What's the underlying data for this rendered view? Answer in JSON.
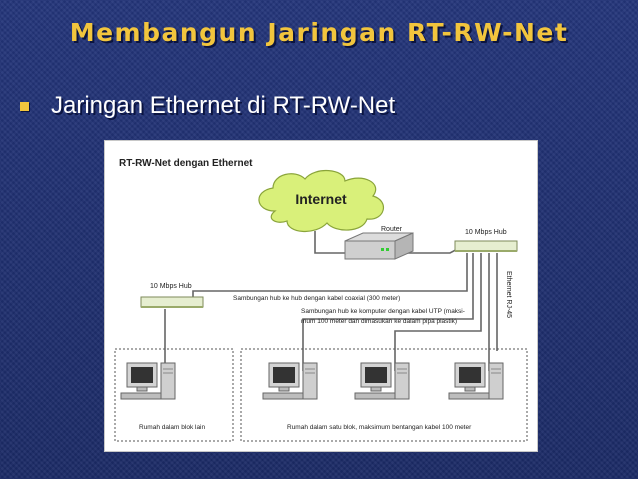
{
  "slide": {
    "title": "Membangun Jaringan RT-RW-Net",
    "bullet": "Jaringan Ethernet di RT-RW-Net"
  },
  "diagram": {
    "title": "RT-RW-Net dengan Ethernet",
    "internet_label": "Internet",
    "router_label": "Router",
    "hub_right_label": "10 Mbps Hub",
    "hub_left_label": "10 Mbps Hub",
    "coax_label": "Sambungan hub ke hub dengan kabel coaxial (300 meter)",
    "utp_label_line1": "Sambungan hub ke komputer dengan kabel UTP (maksi-",
    "utp_label_line2": "mum 100 meter dan dimasukan ke dalam pipa plastik)",
    "rj45_label": "Ethernet RJ-45",
    "block_left_label": "Rumah dalam blok lain",
    "block_right_label": "Rumah dalam satu blok, maksimum bentangan kabel 100 meter"
  },
  "colors": {
    "title": "#f2c53d",
    "background": "#1d2e6e",
    "cloud": "#d9f07a",
    "hub": "#e6eed0"
  }
}
